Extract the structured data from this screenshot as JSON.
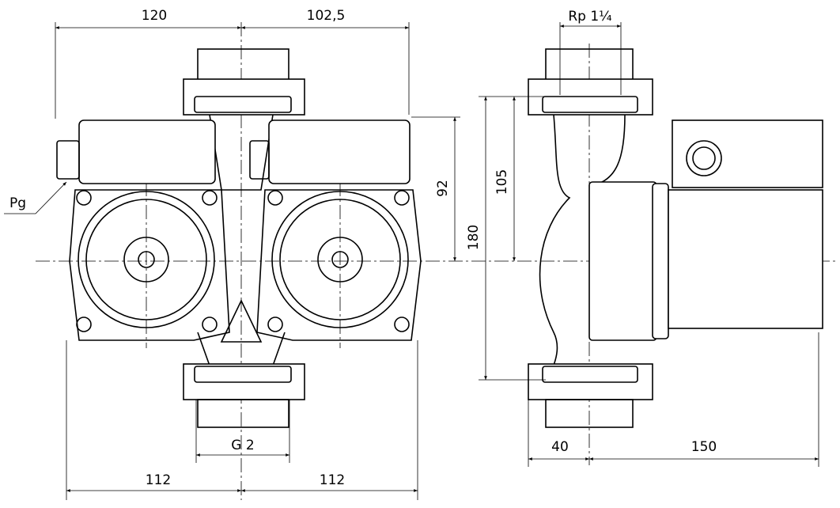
{
  "dimensions": {
    "width_left": "120",
    "width_right": "102,5",
    "pipe_thread": "Rp 1¼",
    "head_height": "92",
    "half_height": "105",
    "total_height": "180",
    "cable_gland": "Pg",
    "connection": "G 2",
    "bottom_left": "112",
    "bottom_right": "112",
    "side_left": "40",
    "side_right": "150"
  }
}
